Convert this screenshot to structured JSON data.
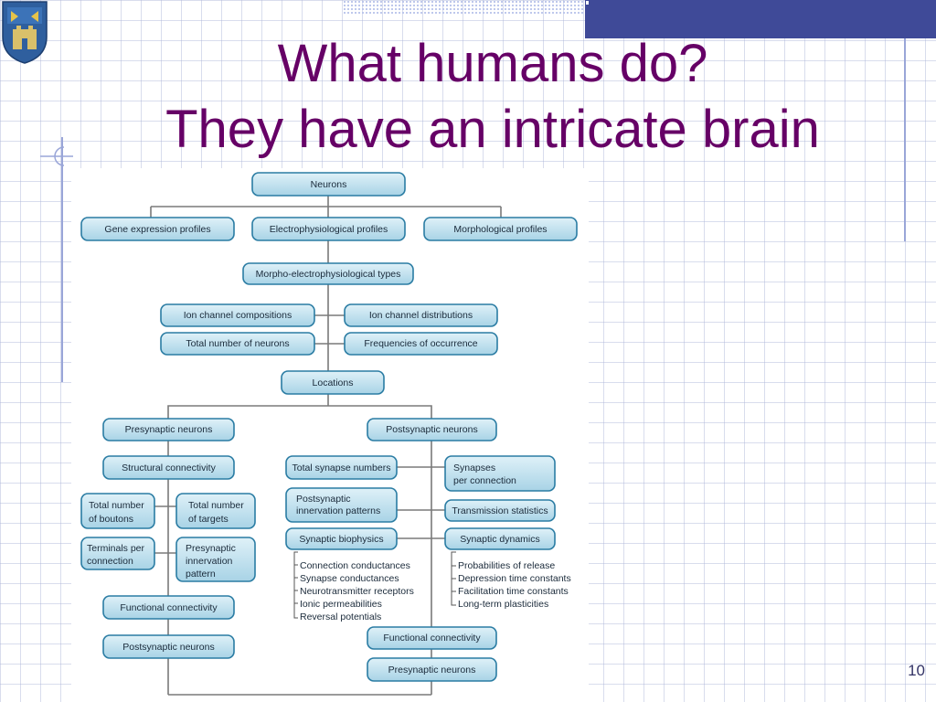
{
  "slide": {
    "title_line1": "What humans do?",
    "title_line2": "They have an intricate brain",
    "page_number": "10",
    "logo_icon": "university-crest-icon"
  },
  "diagram": {
    "nodes": {
      "neurons": "Neurons",
      "gene_expression": "Gene expression profiles",
      "electrophysiological": "Electrophysiological profiles",
      "morphological": "Morphological profiles",
      "morpho_electro": "Morpho-electrophysiological types",
      "ion_channel_compositions": "Ion channel compositions",
      "ion_channel_distributions": "Ion channel distributions",
      "total_neurons": "Total number of neurons",
      "frequencies": "Frequencies of occurrence",
      "locations": "Locations",
      "presynaptic_neurons": "Presynaptic neurons",
      "postsynaptic_neurons": "Postsynaptic neurons",
      "structural_connectivity": "Structural connectivity",
      "total_boutons": [
        "Total number",
        "of boutons"
      ],
      "total_targets": [
        "Total number",
        "of targets"
      ],
      "terminals_per_connection": [
        "Terminals per",
        "connection"
      ],
      "presynaptic_innervation": [
        "Presynaptic",
        "innervation",
        "pattern"
      ],
      "functional_connectivity_left": "Functional connectivity",
      "postsynaptic_neurons_bottom": "Postsynaptic neurons",
      "total_synapse_numbers": "Total synapse numbers",
      "synapses_per_connection": [
        "Synapses",
        "per connection"
      ],
      "postsynaptic_innervation": [
        "Postsynaptic",
        "innervation patterns"
      ],
      "transmission_statistics": "Transmission statistics",
      "synaptic_biophysics": "Synaptic biophysics",
      "synaptic_dynamics": "Synaptic dynamics",
      "functional_connectivity_right": "Functional connectivity",
      "presynaptic_neurons_bottom": "Presynaptic neurons"
    },
    "biophysics_items": [
      "Connection conductances",
      "Synapse conductances",
      "Neurotransmitter receptors",
      "Ionic permeabilities",
      "Reversal potentials"
    ],
    "dynamics_items": [
      "Probabilities of release",
      "Depression time constants",
      "Facilitation time constants",
      "Long-term plasticities"
    ]
  }
}
